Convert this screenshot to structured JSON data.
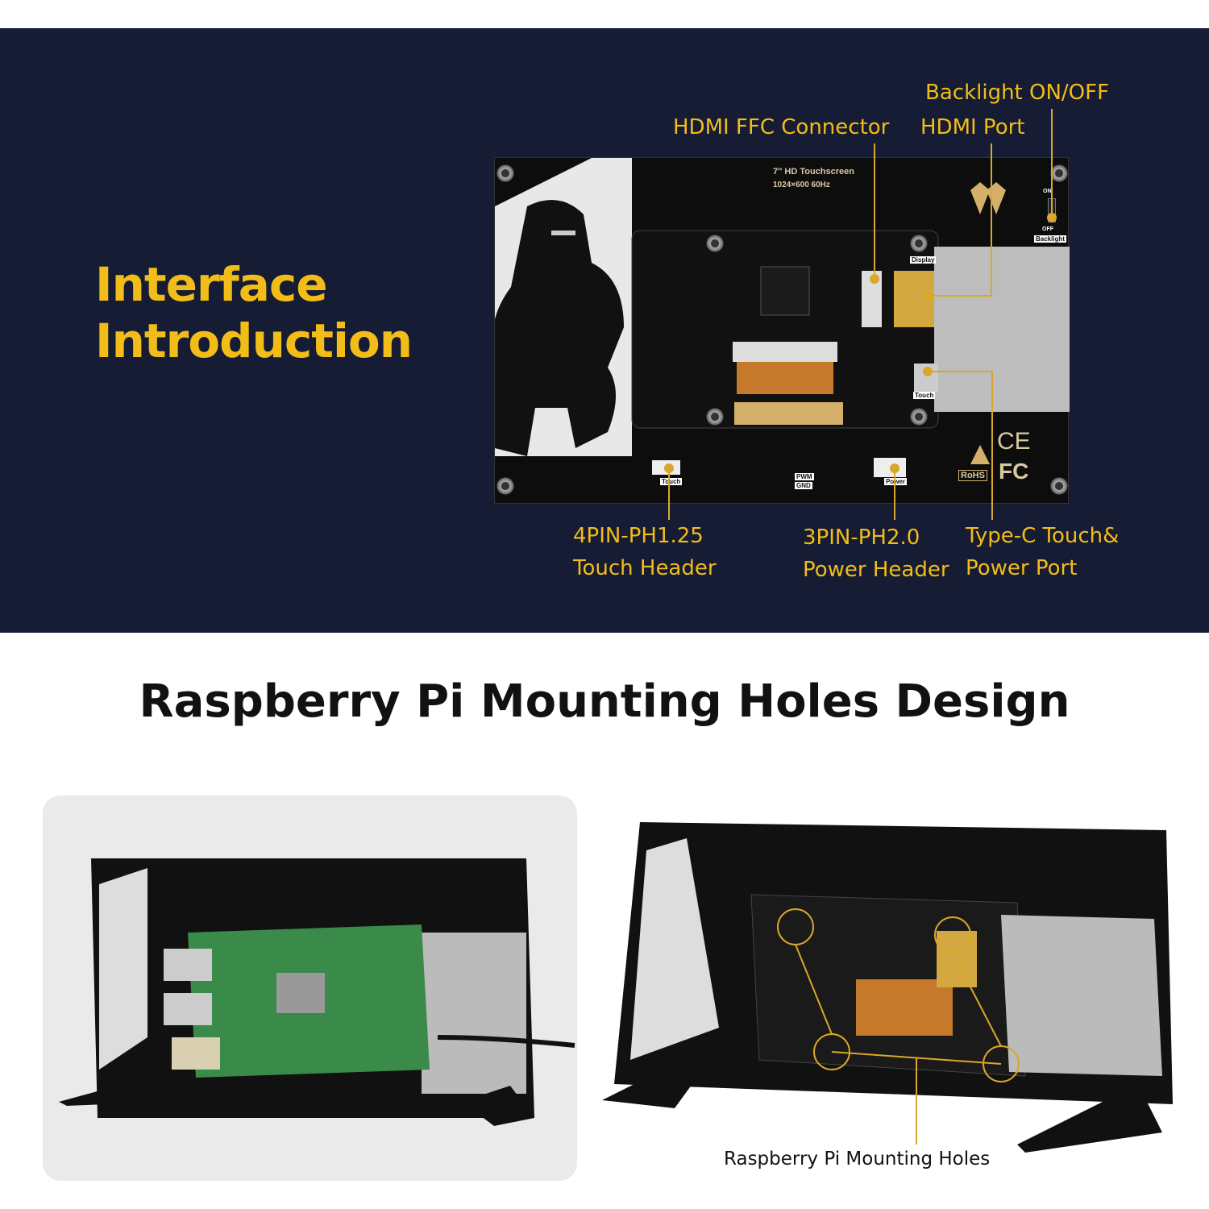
{
  "header": {
    "title_line1": "Interface",
    "title_line2": "Introduction"
  },
  "callouts": {
    "backlight": "Backlight ON/OFF",
    "hdmi_ffc": "HDMI FFC Connector",
    "hdmi_port": "HDMI Port",
    "touch_header_line1": "4PIN-PH1.25",
    "touch_header_line2": "Touch Header",
    "power_header_line1": "3PIN-PH2.0",
    "power_header_line2": "Power Header",
    "typec_line1": "Type-C Touch&",
    "typec_line2": "Power Port"
  },
  "board": {
    "model": "7'' HD Touchscreen",
    "spec": "1024×600 60Hz",
    "display_tag": "Display",
    "touch_tag": "Touch",
    "power_tag": "Power",
    "backlight_tag": "Backlight",
    "on": "ON",
    "off": "OFF",
    "pwm": "PWM",
    "gnd": "GND",
    "rohs": "RoHS",
    "ce": "CE",
    "fc": "FC"
  },
  "section2": {
    "title": "Raspberry Pi Mounting Holes Design",
    "caption": "Raspberry Pi Mounting Holes"
  },
  "colors": {
    "background": "#151c33",
    "accent": "#f2bd18"
  }
}
